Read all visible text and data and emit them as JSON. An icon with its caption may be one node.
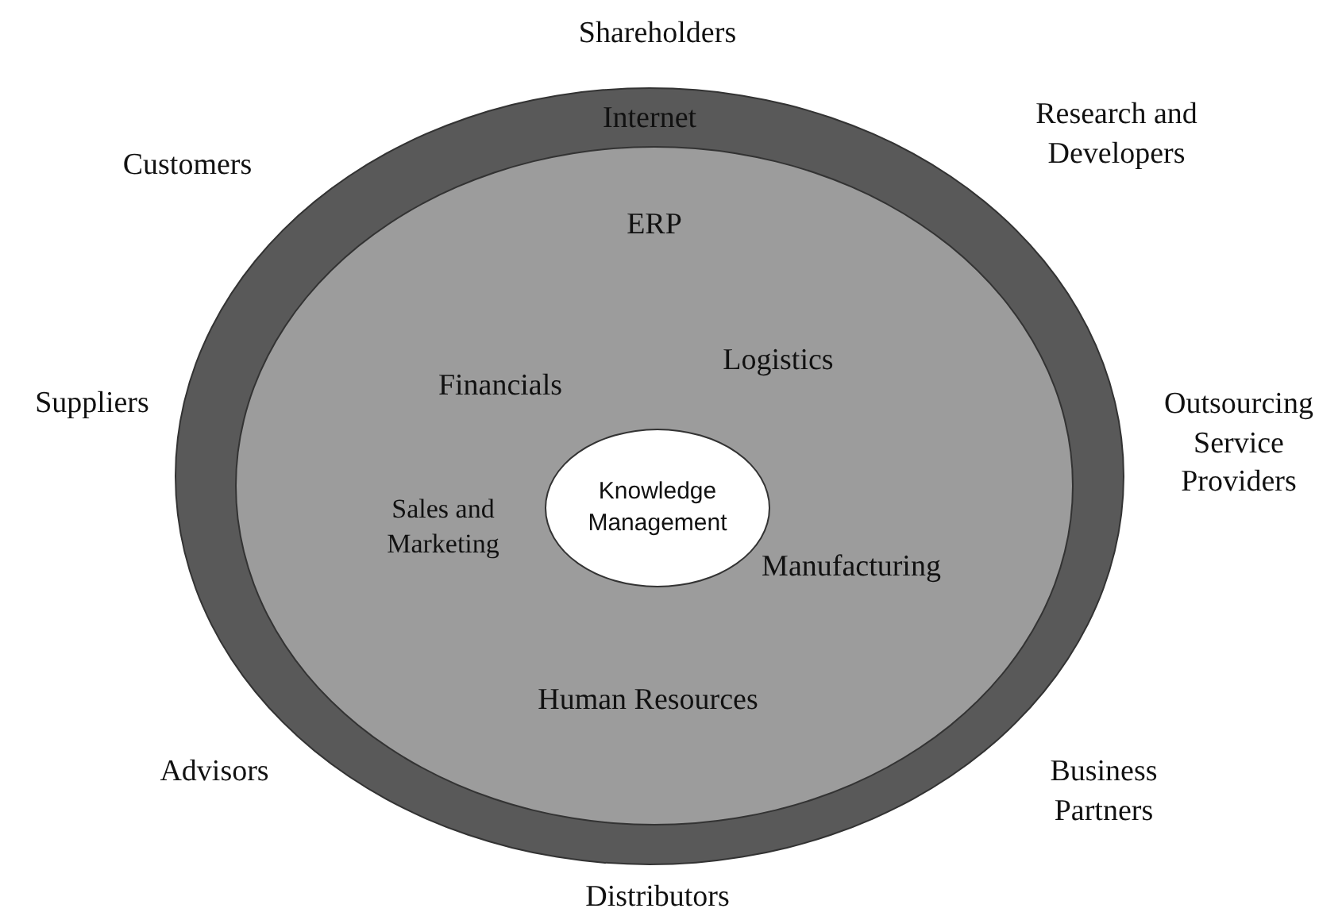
{
  "diagram": {
    "nodes": [
      {
        "text": [
          "Internet"
        ]
      },
      {
        "text": [
          "ERP"
        ],
        "in": 0
      },
      {
        "text": [
          "Knowledge Management"
        ],
        "in": 1
      }
    ],
    "labels": [
      "Shareholders",
      "Customers",
      "Research and Developers",
      "Suppliers",
      "Outsourcing Service Providers",
      "Logistics",
      "Financials",
      "Sales and Marketing",
      "Manufacturing",
      "Human Resources",
      "Advisors",
      "Business Partners",
      "Distributors"
    ]
  }
}
